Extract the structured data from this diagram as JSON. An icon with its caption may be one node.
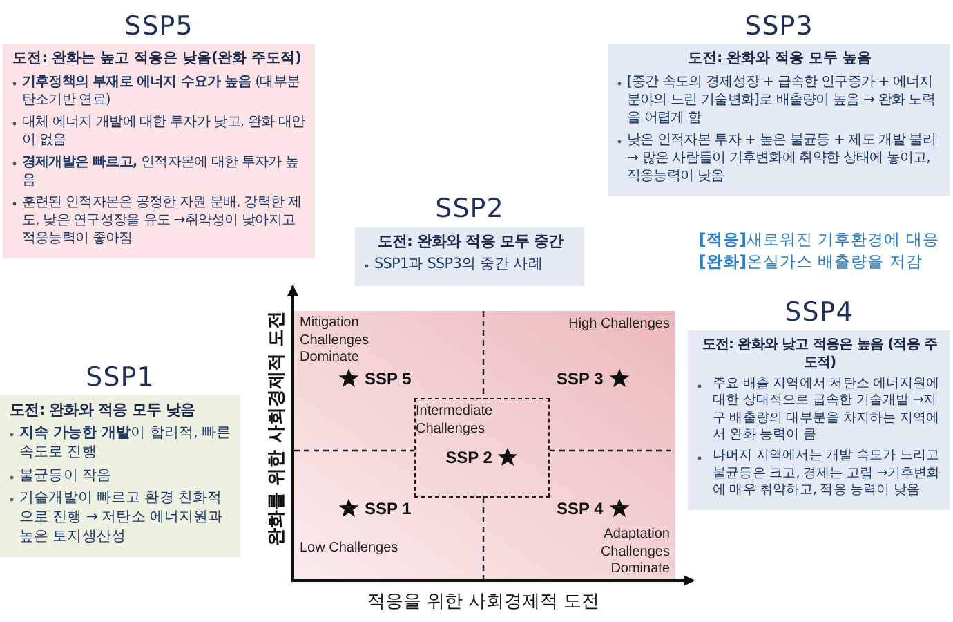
{
  "diagram": {
    "nodes": [
      {
        "text": [
          "SSP5",
          "도전: 완화는 높고 적응은 낮음(완화 주도적)",
          "**기후정책의 부재로 에너지 수요가 높음** (대부분 탄소기반 연료)",
          "대체 에너지 개발에 대한 투자가 낮고, 완화 대안이 없음",
          "**경제개발은 빠르고,** 인적자본에 대한 투자가 높음",
          "훈련된 인적자본은 공정한 자원 분배, 강력한 제도, 낮은 연구성장을 유도 →취약성이 낮아지고 적응능력이 좋아짐"
        ]
      },
      {
        "text": [
          "SSP3",
          "도전: 완화와 적응 모두 높음",
          "[중간 속도의 경제성장 + 급속한 인구증가 + 에너지 분야의 느린 기술변화]로 배출량이 높음 → 완화 노력을 어렵게 함",
          "낮은 인적자본 투자 + 높은 불균등 + 제도 개발 불리 → 많은 사람들이 기후변화에 취약한 상태에 놓이고, 적응능력이 낮음"
        ]
      },
      {
        "text": [
          "SSP2",
          "도전: 완화와 적응 모두 중간",
          "SSP1과  SSP3의 중간 사례"
        ]
      },
      {
        "text": [
          "SSP1",
          "도전: 완화와 적응 모두 낮음",
          "**지속 가능한 개발**이 합리적, 빠른 속도로 진행",
          "불균등이 작음",
          "기술개발이 빠르고 환경 친화적으로 진행 → 저탄소 에너지원과 높은 토지생산성"
        ]
      },
      {
        "text": [
          "SSP4",
          "도전: 완화와 낮고 적응은 높음 (적응 주도적)",
          "주요 배출 지역에서 저탄소 에너지원에 대한 상대적으로 급속한 기술개발 →지구 배출량의 대부분을 차지하는 지역에서 완화 능력이 큼",
          "나머지 지역에서는 개발 속도가 느리고 불균등은 크고, 경제는 고립 →기후변화에 매우 취약하고, 적응 능력이 낮음"
        ]
      },
      {
        "text": [
          "Intermediate Challenges",
          "SSP 2"
        ]
      }
    ],
    "labels": [
      "**[적응]**새로워진 기후환경에 대응",
      "**[완화]**온실가스 배출량을 저감",
      "Mitigation Challenges Dominate",
      "High Challenges",
      "SSP 5",
      "SSP 3",
      "SSP 1",
      "SSP 4",
      "Low Challenges",
      "Adaptation Challenges Dominate",
      "완화를 위한 사회경제적 도전",
      "적응을 위한 사회경제적 도전"
    ]
  }
}
